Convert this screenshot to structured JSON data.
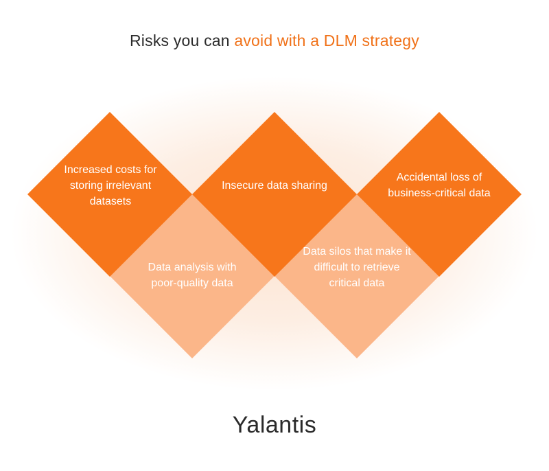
{
  "title": {
    "prefix": "Risks you can ",
    "highlight": "avoid with a DLM strategy"
  },
  "risks": [
    {
      "text": "Increased costs for storing irrelevant datasets"
    },
    {
      "text": "Data analysis with poor-quality data"
    },
    {
      "text": "Insecure data sharing"
    },
    {
      "text": "Data silos that make it difficult to retrieve critical data"
    },
    {
      "text": "Accidental loss of business-critical data"
    }
  ],
  "logo": "Yalantis",
  "colors": {
    "accent": "#f07118",
    "diamond_dark": "#f7761b",
    "diamond_light": "#fbb689"
  }
}
